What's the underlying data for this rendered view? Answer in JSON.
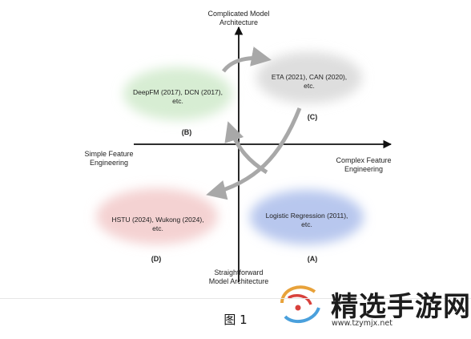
{
  "axes": {
    "top_label": "Complicated Model\nArchitecture",
    "bottom_label": "Straightforward\nModel Architecture",
    "left_label": "Simple Feature\nEngineering",
    "right_label": "Complex Feature\nEngineering"
  },
  "quadrants": {
    "A": {
      "tag": "(A)",
      "text": "Logistic Regression (2011),\netc.",
      "color": "#b8c7ee"
    },
    "B": {
      "tag": "(B)",
      "text": "DeepFM (2017), DCN (2017),\netc.",
      "color": "#d7edd3"
    },
    "C": {
      "tag": "(C)",
      "text": "ETA (2021), CAN (2020),\netc.",
      "color": "#dedede"
    },
    "D": {
      "tag": "(D)",
      "text": "HSTU (2024), Wukong (2024),\netc.",
      "color": "#f4d2d2"
    }
  },
  "caption": "图 1",
  "watermark": {
    "name": "精选手游网",
    "url": "www.tzymjx.net"
  }
}
